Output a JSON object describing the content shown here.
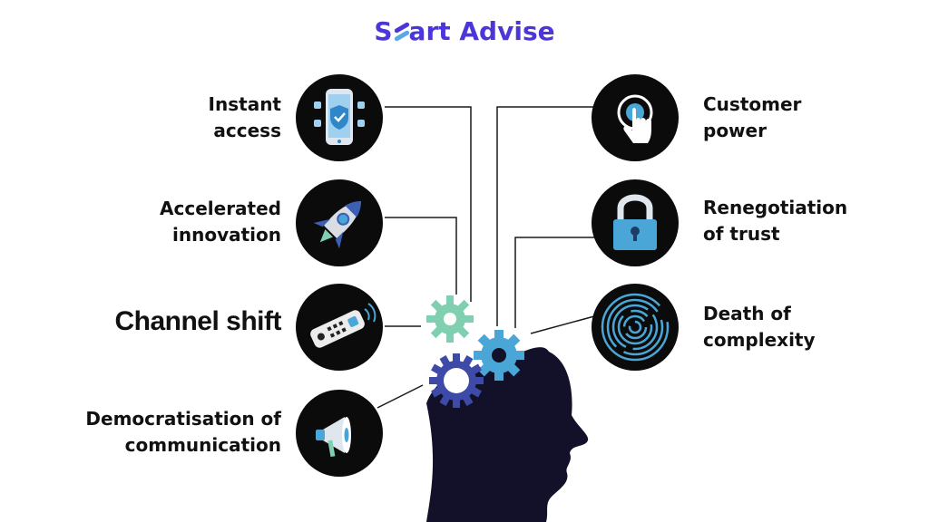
{
  "brand": {
    "name_part1": "S",
    "name_part2": "art Advise"
  },
  "items_left": [
    {
      "line1": "Instant",
      "line2": "access",
      "icon": "smartphone-shield-icon"
    },
    {
      "line1": "Accelerated",
      "line2": "innovation",
      "icon": "rocket-icon"
    },
    {
      "line1": "Channel shift",
      "line2": "",
      "icon": "remote-control-icon"
    },
    {
      "line1": "Democratisation of",
      "line2": "communication",
      "icon": "megaphone-icon"
    }
  ],
  "items_right": [
    {
      "line1": "Customer",
      "line2": "power",
      "icon": "touch-finger-icon"
    },
    {
      "line1": "Renegotiation",
      "line2": "of trust",
      "icon": "padlock-icon"
    },
    {
      "line1": "Death of",
      "line2": "complexity",
      "icon": "maze-icon"
    }
  ],
  "colors": {
    "brand": "#4a36d9",
    "accent_blue": "#58a8e8",
    "gear_green": "#7fcfb0",
    "gear_blue": "#4aa6d6",
    "gear_navy": "#3d4aa8",
    "head": "#13112a"
  }
}
